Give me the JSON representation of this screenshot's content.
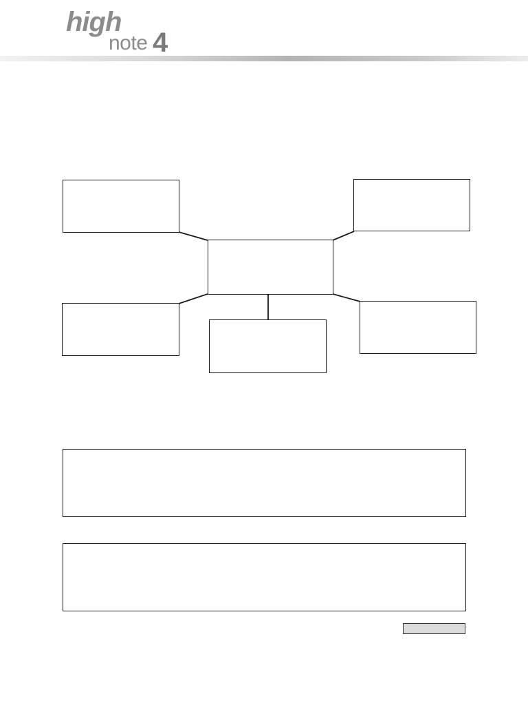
{
  "logo": {
    "word1": "high",
    "word2": "note",
    "number": "4",
    "color": "#8c8c8c"
  },
  "header": {
    "bar_color": "#b3b3b3"
  },
  "mind_map": {
    "center": "",
    "branches": [
      "",
      "",
      "",
      "",
      ""
    ]
  },
  "answers": [
    "",
    ""
  ],
  "score": ""
}
